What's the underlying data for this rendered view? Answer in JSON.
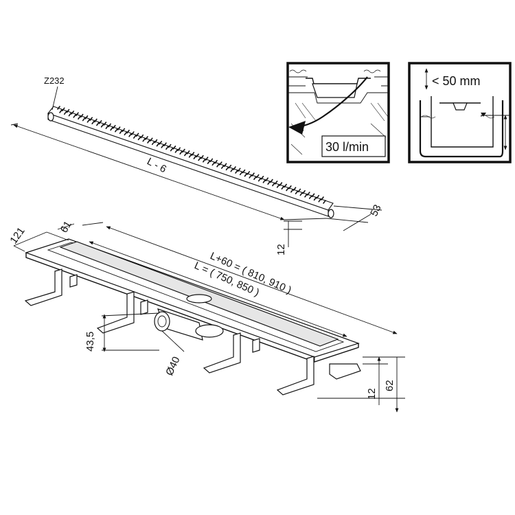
{
  "part_code": "Z232",
  "grate_length": "L - 6",
  "grate_width": "53",
  "grate_height": "12",
  "channel_width": "121",
  "frame_width": "61",
  "overall_length": "L+60 = ( 810, 910 )",
  "body_length": "L = ( 750, 850 )",
  "outlet_height": "43,5",
  "outlet_diameter": "Ø40",
  "edge_height": "12",
  "total_height": "62",
  "flow_rate": "30 l/min",
  "water_seal": "< 50 mm"
}
